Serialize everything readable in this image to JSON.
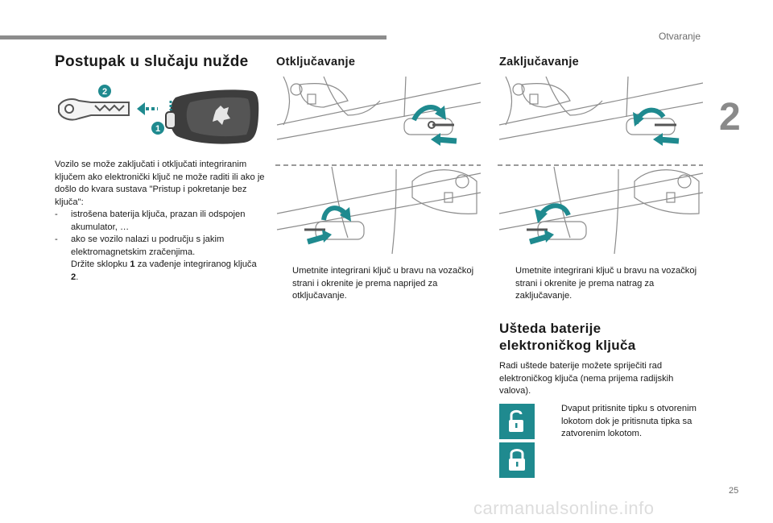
{
  "header": {
    "section": "Otvaranje",
    "chapter": "2",
    "page_number": "25"
  },
  "watermark": "carmanualsonline.info",
  "emergency": {
    "title": "Postupak u slučaju nužde",
    "intro": "Vozilo se može zaključati i otključati integriranim ključem ako elektronički ključ ne može raditi ili ako je došlo do kvara sustava \"Pristup i pokretanje bez ključa\":",
    "bullets": [
      "istrošena baterija ključa, prazan ili odspojen akumulator, …",
      "ako se vozilo nalazi u području s jakim elektromagnetskim zračenjima."
    ],
    "step_before": "Držite sklopku ",
    "step_num1": "1",
    "step_middle": " za vađenje integriranog ključa ",
    "step_num2": "2",
    "step_end": ".",
    "callouts": [
      "1",
      "2"
    ]
  },
  "unlocking": {
    "title": "Otključavanje",
    "step": "Umetnite integrirani ključ u bravu na vozačkoj strani i okrenite je prema naprijed za otključavanje."
  },
  "locking": {
    "title": "Zaključavanje",
    "step": "Umetnite integrirani ključ u bravu na vozačkoj strani i okrenite je prema natrag za zaključavanje."
  },
  "battery": {
    "title_line1": "Ušteda baterije",
    "title_line2": "elektroničkog ključa",
    "intro": "Radi uštede baterije možete spriječiti rad elektroničkog ključa (nema prijema radijskih valova).",
    "step": "Dvaput pritisnite tipku s otvorenim lokotom dok je pritisnuta tipka sa zatvorenim lokotom."
  },
  "markers": {
    "dash": "-",
    "check": ""
  },
  "colors": {
    "accent": "#1f8a8f",
    "arrow": "#1f8a8f",
    "gray": "#8c8c8c"
  }
}
